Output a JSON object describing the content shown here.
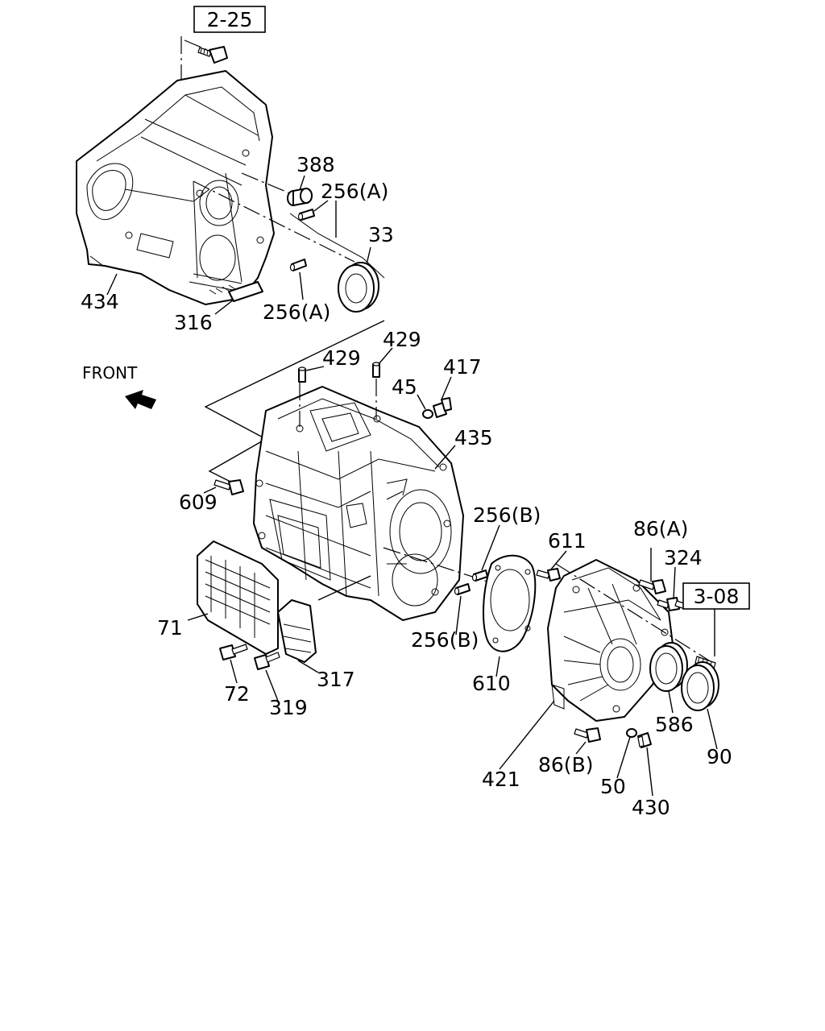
{
  "diagram": {
    "front_label": "FRONT",
    "ref_boxes": [
      {
        "id": "ref-2-25",
        "text": "2-25"
      },
      {
        "id": "ref-3-08",
        "text": "3-08"
      }
    ],
    "callouts": {
      "p388": "388",
      "p256a_top": "256(A)",
      "p33": "33",
      "p434": "434",
      "p316": "316",
      "p256a_bottom": "256(A)",
      "p429_left": "429",
      "p429_right": "429",
      "p45": "45",
      "p417": "417",
      "p435": "435",
      "p609": "609",
      "p256b_top": "256(B)",
      "p611": "611",
      "p86a": "86(A)",
      "p324": "324",
      "p71": "71",
      "p256b_bottom": "256(B)",
      "p610": "610",
      "p317": "317",
      "p72": "72",
      "p319": "319",
      "p586": "586",
      "p90": "90",
      "p421": "421",
      "p86b": "86(B)",
      "p50": "50",
      "p430": "430"
    }
  }
}
